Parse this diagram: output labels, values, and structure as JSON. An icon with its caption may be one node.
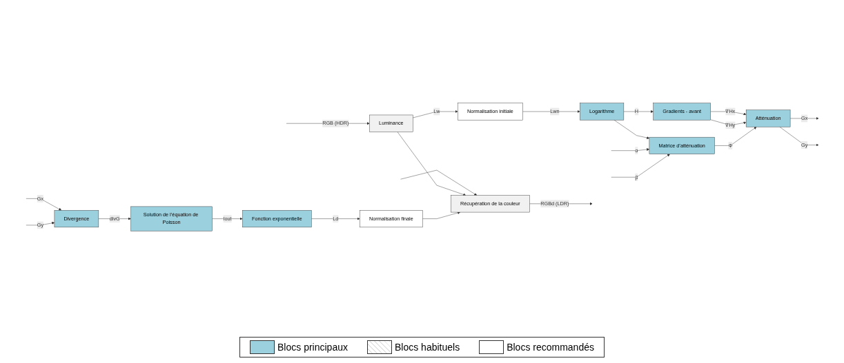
{
  "diagram": {
    "nodes": [
      {
        "text": [
          "Luminance"
        ]
      },
      {
        "text": [
          "Normalisation initiale"
        ]
      },
      {
        "text": [
          "Logarithme"
        ]
      },
      {
        "text": [
          "Gradients - avant"
        ]
      },
      {
        "text": [
          "Atténuation"
        ]
      },
      {
        "text": [
          "Matrice d’atténuation"
        ]
      },
      {
        "text": [
          "Divergence"
        ]
      },
      {
        "text": [
          "Solution de l’équation de Poisson"
        ]
      },
      {
        "text": [
          "Fonction exponentielle"
        ]
      },
      {
        "text": [
          "Normalisation finale"
        ]
      },
      {
        "text": [
          "Récupération de la couleur"
        ]
      }
    ],
    "edges": [
      {
        "from": null,
        "to": 0,
        "arrow": "to",
        "label": "RGB (HDR)"
      },
      {
        "from": null,
        "to": 10,
        "arrow": "to"
      },
      {
        "from": 0,
        "to": 1,
        "arrow": "to",
        "label": "Lw"
      },
      {
        "from": 0,
        "to": 10,
        "arrow": "to"
      },
      {
        "from": 1,
        "to": 2,
        "arrow": "to",
        "label": "Lwn"
      },
      {
        "from": 2,
        "to": 3,
        "arrow": "to",
        "label": "H"
      },
      {
        "from": 2,
        "to": 5,
        "arrow": "to"
      },
      {
        "from": 3,
        "to": 4,
        "arrow": "to",
        "label": "∇Hx"
      },
      {
        "from": 3,
        "to": 4,
        "arrow": "to",
        "label": "∇Hy"
      },
      {
        "from": 4,
        "to": null,
        "arrow": "to",
        "label": "Gx"
      },
      {
        "from": 4,
        "to": null,
        "arrow": "to",
        "label": "Gy"
      },
      {
        "from": null,
        "to": 5,
        "arrow": "to",
        "label": "α"
      },
      {
        "from": null,
        "to": 5,
        "arrow": "to",
        "label": "β"
      },
      {
        "from": 5,
        "to": 4,
        "arrow": "to",
        "label": "Φ"
      },
      {
        "from": null,
        "to": 6,
        "arrow": "to",
        "label": "Gx"
      },
      {
        "from": null,
        "to": 6,
        "arrow": "to",
        "label": "Gy"
      },
      {
        "from": 6,
        "to": 7,
        "arrow": "to",
        "label": "divG"
      },
      {
        "from": 7,
        "to": 8,
        "arrow": "to",
        "label": "Iout"
      },
      {
        "from": 8,
        "to": 9,
        "arrow": "to",
        "label": "Ld"
      },
      {
        "from": 9,
        "to": 10,
        "arrow": "to"
      },
      {
        "from": 10,
        "to": null,
        "arrow": "to",
        "label": "RGBd (LDR)"
      }
    ],
    "legend": [
      {
        "text": "Blocs principaux",
        "color": "#9bd0de"
      },
      {
        "text": "Blocs habituels"
      },
      {
        "text": "Blocs recommandés",
        "color": "#ffffff"
      }
    ]
  }
}
